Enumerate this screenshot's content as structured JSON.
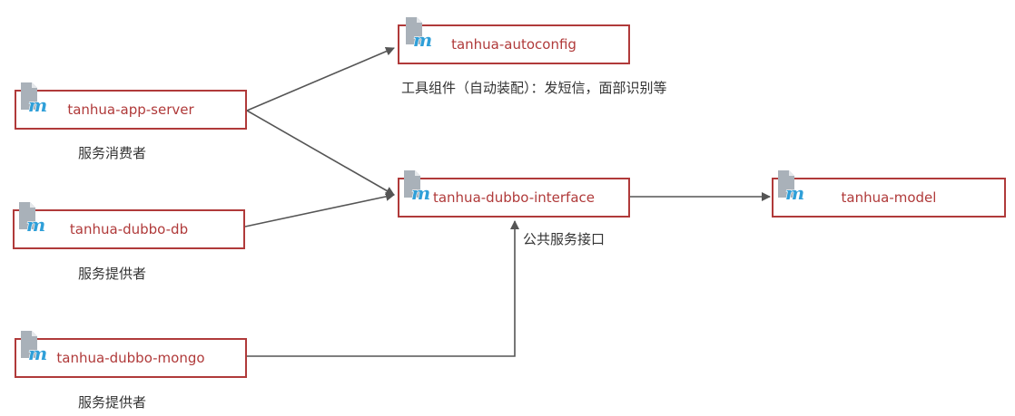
{
  "colors": {
    "module_border": "#b03a3a",
    "module_text": "#b03a3a",
    "caption_text": "#333333",
    "connector": "#555555",
    "icon_page": "#a9b1b9",
    "icon_letter": "#2f9fd8"
  },
  "icon_name": "maven-module-icon",
  "modules": {
    "autoconfig": {
      "name": "tanhua-autoconfig"
    },
    "app_server": {
      "name": "tanhua-app-server"
    },
    "dubbo_db": {
      "name": "tanhua-dubbo-db"
    },
    "dubbo_mongo": {
      "name": "tanhua-dubbo-mongo"
    },
    "dubbo_interface": {
      "name": "tanhua-dubbo-interface"
    },
    "model": {
      "name": "tanhua-model"
    }
  },
  "captions": {
    "autoconfig": "工具组件（自动装配）：发短信，面部识别等",
    "app_server": "服务消费者",
    "dubbo_db": "服务提供者",
    "dubbo_mongo": "服务提供者",
    "dubbo_interface": "公共服务接口"
  },
  "connections": [
    {
      "from": "tanhua-app-server",
      "to": "tanhua-autoconfig"
    },
    {
      "from": "tanhua-app-server",
      "to": "tanhua-dubbo-interface"
    },
    {
      "from": "tanhua-dubbo-db",
      "to": "tanhua-dubbo-interface"
    },
    {
      "from": "tanhua-dubbo-mongo",
      "to": "tanhua-dubbo-interface"
    },
    {
      "from": "tanhua-dubbo-interface",
      "to": "tanhua-model"
    }
  ]
}
